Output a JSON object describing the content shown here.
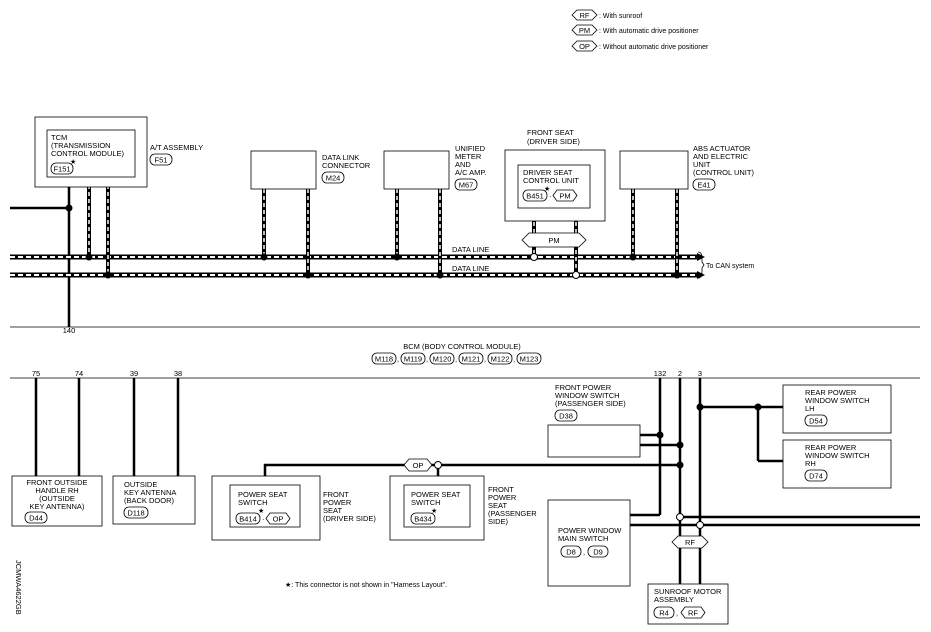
{
  "legend": [
    {
      "tag": "RF",
      "text": ": With sunroof"
    },
    {
      "tag": "PM",
      "text": ": With automatic drive positioner"
    },
    {
      "tag": "OP",
      "text": ": Without automatic drive positioner"
    }
  ],
  "tcm": {
    "lines": [
      "TCM",
      "(TRANSMISSION",
      "CONTROL MODULE)"
    ],
    "connector": "F151",
    "star": "★"
  },
  "at_assembly": {
    "label": "A/T ASSEMBLY",
    "connector": "F51"
  },
  "data_link": {
    "lines": [
      "DATA LINK",
      "CONNECTOR"
    ],
    "connector": "M24"
  },
  "unified_meter": {
    "lines": [
      "UNIFIED",
      "METER",
      "AND",
      "A/C AMP."
    ],
    "connector": "M67"
  },
  "front_seat": {
    "lines": [
      "FRONT SEAT",
      "(DRIVER SIDE)"
    ],
    "inner": [
      "DRIVER SEAT",
      "CONTROL UNIT"
    ],
    "connector": "B451",
    "tag": "PM",
    "star": "★"
  },
  "abs": {
    "lines": [
      "ABS ACTUATOR",
      "AND ELECTRIC",
      "UNIT",
      "(CONTROL UNIT)"
    ],
    "connector": "E41"
  },
  "data_line_label": "DATA LINE",
  "pm_tag": "PM",
  "can_label": "To CAN system",
  "pin_140": "140",
  "bcm": {
    "title": "BCM (BODY CONTROL MODULE)",
    "connectors": [
      "M118",
      "M119",
      "M120",
      "M121",
      "M122",
      "M123"
    ],
    "sep": ","
  },
  "pins": {
    "p75": "75",
    "p74": "74",
    "p39": "39",
    "p38": "38",
    "p132": "132",
    "p2": "2",
    "p3": "3"
  },
  "front_outside_handle": {
    "lines": [
      "FRONT OUTSIDE",
      "HANDLE RH",
      "(OUTSIDE",
      " KEY ANTENNA)"
    ],
    "connector": "D44"
  },
  "outside_key": {
    "lines": [
      "OUTSIDE",
      "KEY ANTENNA",
      "(BACK DOOR)"
    ],
    "connector": "D118"
  },
  "pss_driver": {
    "inner": [
      "POWER SEAT",
      "SWITCH"
    ],
    "connector": "B414",
    "tag": "OP",
    "star": "★",
    "side": [
      "FRONT",
      "POWER",
      "SEAT",
      "(DRIVER SIDE)"
    ]
  },
  "pss_pass": {
    "inner": [
      "POWER SEAT",
      "SWITCH"
    ],
    "connector": "B434",
    "star": "★",
    "side": [
      "FRONT",
      "POWER",
      "SEAT",
      "(PASSENGER",
      " SIDE)"
    ]
  },
  "op_tag": "OP",
  "fpws": {
    "lines": [
      "FRONT POWER",
      "WINDOW SWITCH",
      "(PASSENGER SIDE)"
    ],
    "connector": "D38"
  },
  "rear_lh": {
    "lines": [
      "REAR POWER",
      "WINDOW SWITCH",
      "LH"
    ],
    "connector": "D54"
  },
  "rear_rh": {
    "lines": [
      "REAR POWER",
      "WINDOW SWITCH",
      "RH"
    ],
    "connector": "D74"
  },
  "pw_main": {
    "lines": [
      "POWER WINDOW",
      "MAIN SWITCH"
    ],
    "connectors": [
      "D8",
      "D9"
    ],
    "sep": ","
  },
  "rf_tag": "RF",
  "sunroof": {
    "lines": [
      "SUNROOF MOTOR",
      "ASSEMBLY"
    ],
    "connector": "R4",
    "tag": "RF",
    "sep": ","
  },
  "note": "★: This connector is not shown in \"Harness Layout\".",
  "code": "JCMWA4622GB"
}
